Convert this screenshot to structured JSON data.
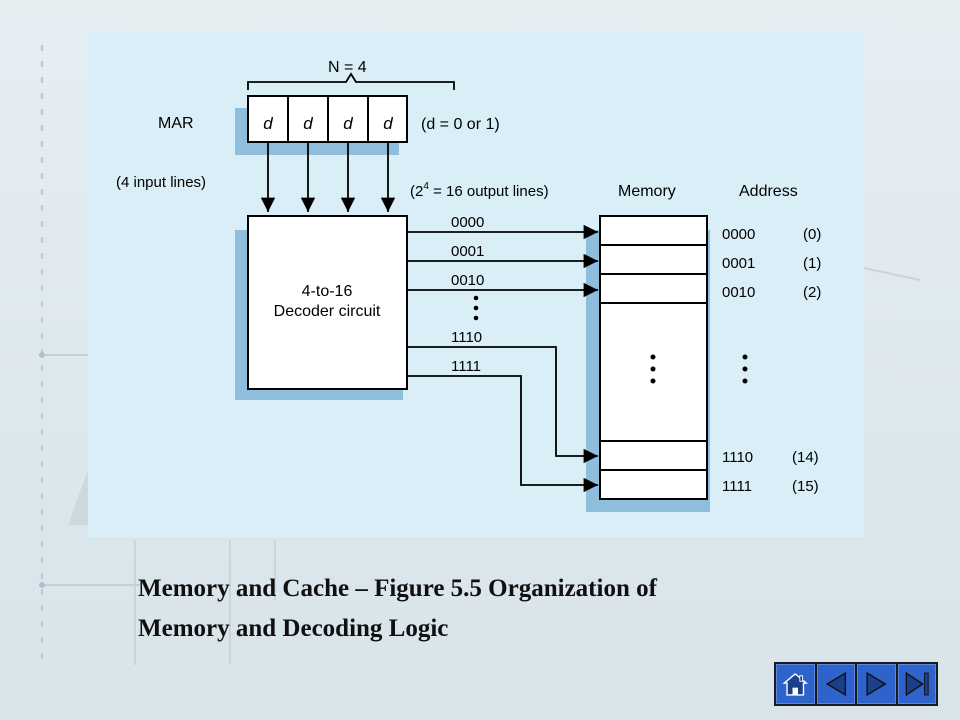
{
  "diagram": {
    "n_label": "N = 4",
    "mar_label": "MAR",
    "mar_bits": [
      "d",
      "d",
      "d",
      "d"
    ],
    "d_note": "(d = 0 or 1)",
    "input_lines": "(4 input lines)",
    "output_lines_prefix": "(2",
    "output_lines_exp": "4",
    "output_lines_suffix": " = 16 output lines)",
    "memory_header": "Memory",
    "address_header": "Address",
    "decoder_line1": "4-to-16",
    "decoder_line2": "Decoder circuit",
    "line_labels": [
      "0000",
      "0001",
      "0010",
      "1110",
      "1111"
    ],
    "addresses": [
      {
        "bin": "0000",
        "dec": "(0)"
      },
      {
        "bin": "0001",
        "dec": "(1)"
      },
      {
        "bin": "0010",
        "dec": "(2)"
      },
      {
        "bin": "1110",
        "dec": "(14)"
      },
      {
        "bin": "1111",
        "dec": "(15)"
      }
    ]
  },
  "caption": {
    "line1": "Memory and Cache – Figure 5.5  Organization of",
    "line2": "Memory and Decoding Logic"
  },
  "nav": {
    "home": "home-icon",
    "prev": "previous-icon",
    "next": "next-icon",
    "last": "last-icon"
  }
}
